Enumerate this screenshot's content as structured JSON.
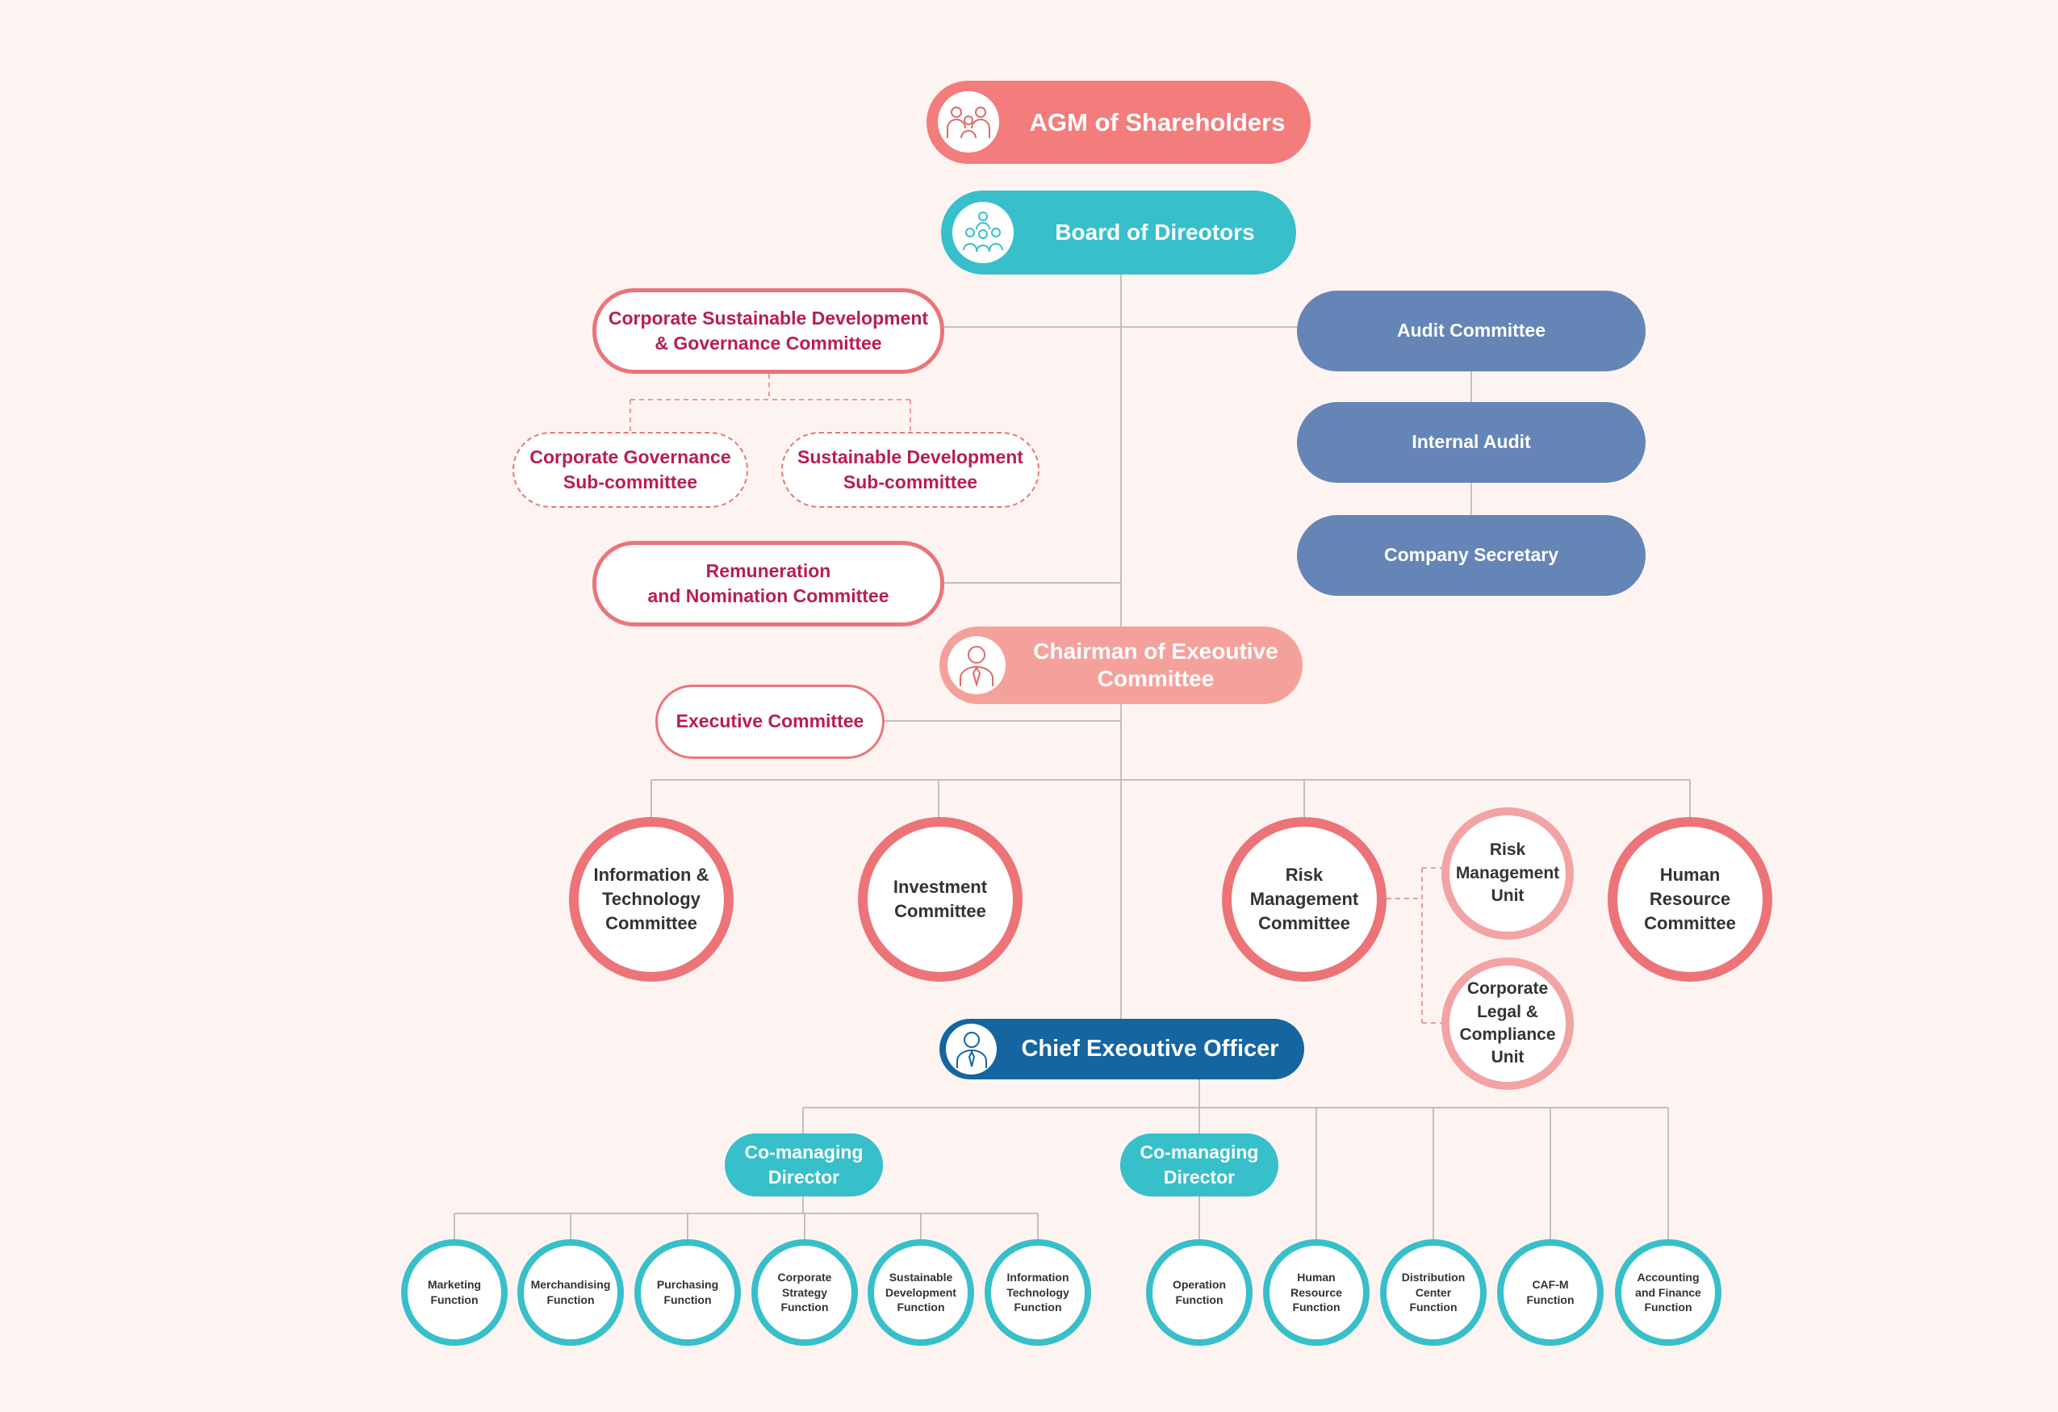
{
  "agm": {
    "label": "AGM of Shareholders",
    "icon": "shareholders-icon"
  },
  "board": {
    "label": "Board of Direotors",
    "icon": "board-members-icon"
  },
  "csdg": {
    "label": "Corporate Sustainable Development\n& Governance Committee"
  },
  "cg_sub": {
    "label": "Corporate Governance\nSub-committee"
  },
  "sd_sub": {
    "label": "Sustainable Development\nSub-committee"
  },
  "remuneration": {
    "label": "Remuneration\nand Nomination Committee"
  },
  "audit": {
    "label": "Audit Committee"
  },
  "internal_audit": {
    "label": "Internal Audit"
  },
  "company_secretary": {
    "label": "Company Secretary"
  },
  "chairman": {
    "label": "Chairman of Exeoutive\nCommittee",
    "icon": "executive-person-icon"
  },
  "exec_committee": {
    "label": "Executive Committee"
  },
  "committees": {
    "it": "Information &\nTechnology\nCommittee",
    "investment": "Investment\nCommittee",
    "risk": "Risk\nManagement\nCommittee",
    "hr": "Human\nResource\nCommittee"
  },
  "units": {
    "risk_unit": "Risk\nManagement\nUnit",
    "legal_unit": "Corporate\nLegal &\nCompliance\nUnit"
  },
  "ceo": {
    "label": "Chief Exeoutive Officer",
    "icon": "ceo-person-icon"
  },
  "comanaging": [
    "Co-managing\nDirector",
    "Co-managing\nDirector"
  ],
  "functions_left": [
    "Marketing\nFunction",
    "Merchandising\nFunction",
    "Purchasing\nFunction",
    "Corporate\nStrategy\nFunction",
    "Sustainable\nDevelopment\nFunction",
    "Information\nTechnology\nFunction"
  ],
  "functions_right": [
    "Operation\nFunction",
    "Human\nResource\nFunction",
    "Distribution\nCenter\nFunction",
    "CAF-M\nFunction",
    "Accounting\nand Finance\nFunction"
  ],
  "colors": {
    "background": "#fdf4f2",
    "agm": "#f37c7c",
    "board": "#37bfca",
    "committee_border": "#ec7478",
    "committee_text": "#b81e50",
    "blue_box": "#6485b6",
    "chairman": "#f5a19b",
    "ceo": "#1565a0",
    "teal": "#37bfca",
    "line": "#c0c0c0"
  }
}
